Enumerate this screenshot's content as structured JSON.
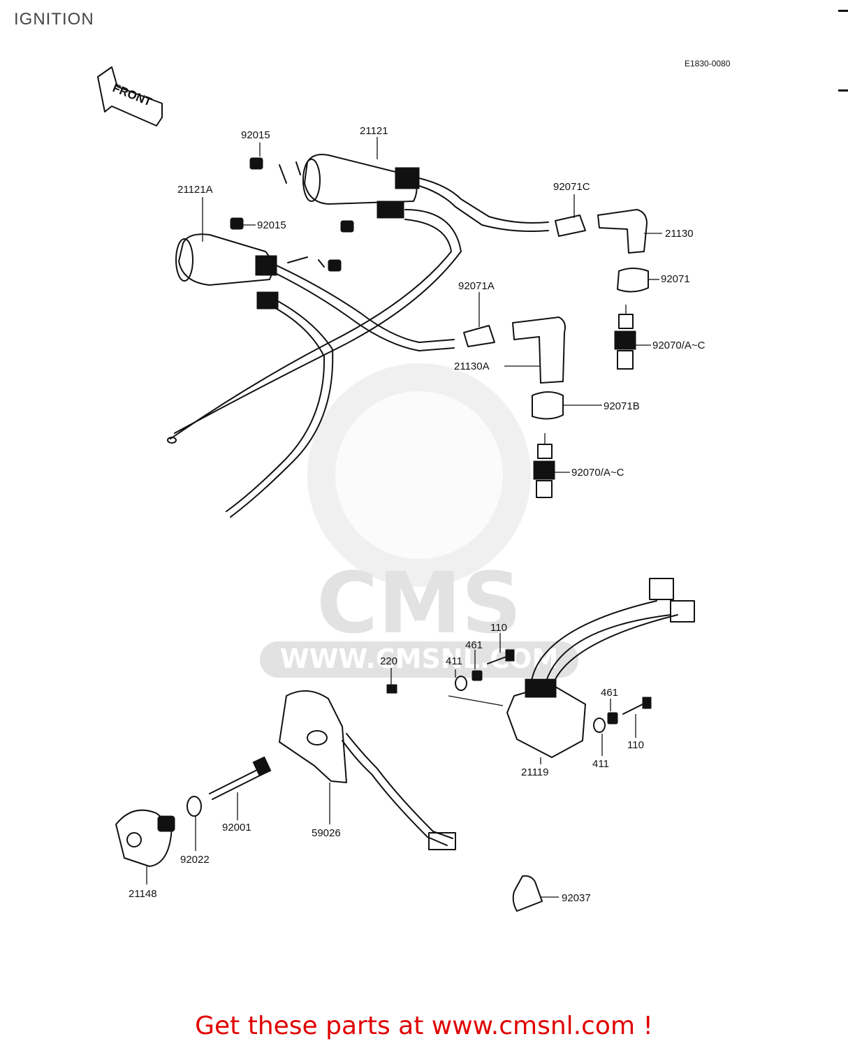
{
  "title": "IGNITION",
  "diagram_code": "E1830-0080",
  "front_arrow_label": "FRONT",
  "watermark": {
    "brand": "CMS",
    "url": "WWW.CMSNL.COM"
  },
  "parts": {
    "p92015_top": "92015",
    "p21121": "21121",
    "p21121A": "21121A",
    "p92015_mid": "92015",
    "p92071C": "92071C",
    "p21130": "21130",
    "p92071": "92071",
    "p92071A": "92071A",
    "p92070_top": "92070/A~C",
    "p21130A": "21130A",
    "p92071B": "92071B",
    "p92070_low": "92070/A~C",
    "p110_top": "110",
    "p461_top": "461",
    "p220": "220",
    "p411_top": "411",
    "p461_right": "461",
    "p110_right": "110",
    "p411_right": "411",
    "p21119": "21119",
    "p92001": "92001",
    "p59026": "59026",
    "p92022": "92022",
    "p21148": "21148",
    "p92037": "92037"
  },
  "cta": "Get these parts at www.cmsnl.com !"
}
